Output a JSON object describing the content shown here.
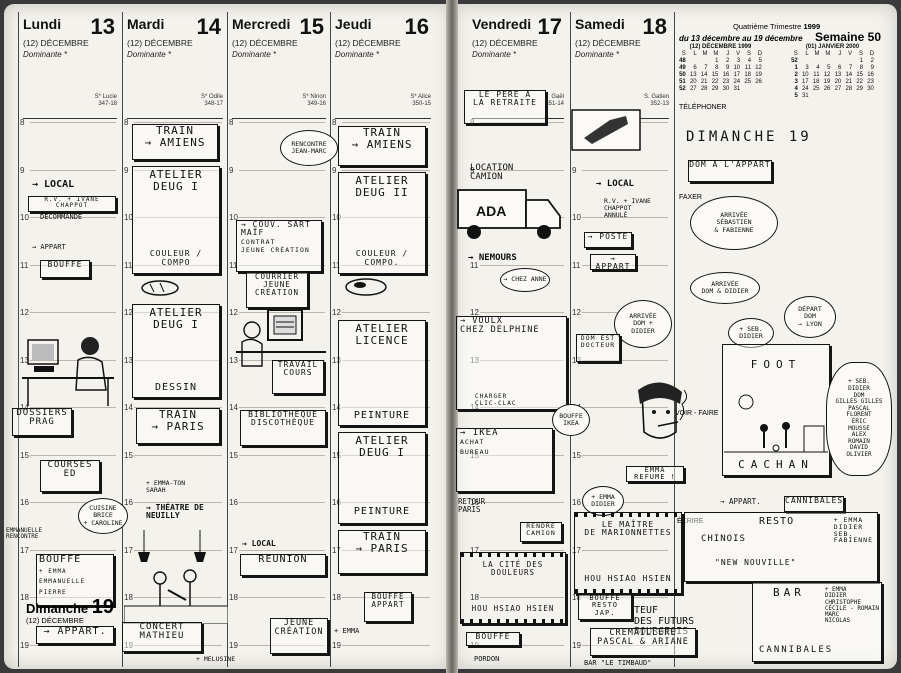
{
  "days": [
    {
      "name": "Lundi",
      "num": "13",
      "month": "(12) DÉCEMBRE",
      "dominante": "Dominante *",
      "saint": "S* Lucie",
      "code": "347-18"
    },
    {
      "name": "Mardi",
      "num": "14",
      "month": "(12) DÉCEMBRE",
      "dominante": "Dominante *",
      "saint": "S* Odile",
      "code": "348-17"
    },
    {
      "name": "Mercredi",
      "num": "15",
      "month": "(12) DÉCEMBRE",
      "dominante": "Dominante *",
      "saint": "S* Ninon",
      "code": "349-16"
    },
    {
      "name": "Jeudi",
      "num": "16",
      "month": "(12) DÉCEMBRE",
      "dominante": "Dominante *",
      "saint": "S* Alice",
      "code": "350-15"
    },
    {
      "name": "Vendredi",
      "num": "17",
      "month": "(12) DÉCEMBRE",
      "dominante": "Dominante *",
      "saint": "Gaël",
      "code": "351-14"
    },
    {
      "name": "Samedi",
      "num": "18",
      "month": "(12) DÉCEMBRE",
      "dominante": "Dominante *",
      "saint": "S. Gatien",
      "code": "352-13"
    }
  ],
  "hours": [
    "8",
    "9",
    "10",
    "11",
    "12",
    "13",
    "14",
    "15",
    "16",
    "17",
    "18",
    "19"
  ],
  "week": {
    "quarter": "Quatrième Trimestre",
    "year": "1999",
    "range": "du 13 décembre au 19 décembre",
    "week_label": "Semaine 50",
    "dec_title": "(12) DÉCEMBRE 1999",
    "jan_title": "(01) JANVIER 2000",
    "weekdays": [
      "S",
      "L",
      "M",
      "M",
      "J",
      "V",
      "S",
      "D"
    ],
    "dec_rows": [
      [
        "48",
        "",
        "",
        "1",
        "2",
        "3",
        "4",
        "5"
      ],
      [
        "49",
        "6",
        "7",
        "8",
        "9",
        "10",
        "11",
        "12"
      ],
      [
        "50",
        "13",
        "14",
        "15",
        "16",
        "17",
        "18",
        "19"
      ],
      [
        "51",
        "20",
        "21",
        "22",
        "23",
        "24",
        "25",
        "26"
      ],
      [
        "52",
        "27",
        "28",
        "29",
        "30",
        "31",
        "",
        ""
      ]
    ],
    "jan_rows": [
      [
        "52",
        "",
        "",
        "",
        "",
        "",
        "1",
        "2"
      ],
      [
        "1",
        "3",
        "4",
        "5",
        "6",
        "7",
        "8",
        "9"
      ],
      [
        "2",
        "10",
        "11",
        "12",
        "13",
        "14",
        "15",
        "16"
      ],
      [
        "3",
        "17",
        "18",
        "19",
        "20",
        "21",
        "22",
        "23"
      ],
      [
        "4",
        "24",
        "25",
        "26",
        "27",
        "28",
        "29",
        "30"
      ],
      [
        "5",
        "31",
        "",
        "",
        "",
        "",
        "",
        ""
      ]
    ],
    "telephone": "TÉLÉPHONER",
    "faxer": "FAXER",
    "ecrire": "ÉCRIRE",
    "voir": "VOIR - FAIRE"
  },
  "sunday": {
    "name": "Dimanche",
    "num": "19",
    "month": "(12) DÉCEMBRE"
  },
  "entries": {
    "mon_local": "→ LOCAL",
    "mon_rv": "R.V. + IVANE CHAPPOT",
    "mon_decommande": "DÉCOMMANDÉ",
    "mon_appart": "→ APPART",
    "mon_bouffe": "BOUFFE",
    "mon_dossiers": "DOSSIERS\nPRAG",
    "mon_courses": "COURSES\nED",
    "mon_emmanuelle": "EMMANUELLE\nRENCONTRE",
    "mon_bouffe2": "BOUFFE",
    "mon_emma": "+ EMMA\nEMMANUELLE\nPIERRE",
    "sun_appart": "→ APPART.",
    "tue_train": "TRAIN\n→ AMIENS",
    "tue_atelier1": "ATELIER\nDEUG I",
    "tue_couleur": "COULEUR / COMPO",
    "tue_atelier2": "ATELIER\nDEUG I",
    "tue_dessin": "DESSIN",
    "tue_train2": "TRAIN\n→ PARIS",
    "tue_emmaton": "+ EMMA-TON\nSARAH",
    "tue_theatre": "→ THÉATRE DE\nNEUILLY",
    "tue_cuisine": "CUISINE\nBRICE\n+ CAROLINE",
    "tue_concert": "CONCERT\nMATHIEU",
    "wed_rencontre": "RENCONTRE\nJEAN-MARC",
    "wed_couvsart": "→ COUV. SART\nMAÏF",
    "wed_contrat": "CONTRAT\nJEUNE CRÉATION",
    "wed_courrier": "COURRIER\nJEUNE\nCRÉATION",
    "wed_travail": "TRAVAIL\nCOURS",
    "wed_biblio": "BIBLIOTHÈQUE\nDISCOTHÈQUE",
    "wed_local": "→ LOCAL",
    "wed_reunion": "RÉUNION",
    "wed_jeune": "JEUNE\nCRÉATION",
    "wed_melusine": "+ MELUSINE",
    "thu_train": "TRAIN\n→ AMIENS",
    "thu_atelier1": "ATELIER\nDEUG II",
    "thu_couleur": "COULEUR / COMPO.",
    "thu_licence": "ATELIER\nLICENCE",
    "thu_peinture": "PEINTURE",
    "thu_atelier2": "ATELIER\nDEUG I",
    "thu_peinture2": "PEINTURE",
    "thu_train2": "TRAIN\n→ PARIS",
    "thu_bouffe": "BOUFFE\nAPPART",
    "thu_emma": "+ EMMA",
    "fri_pere": "LE PÈRE À\nLA RETRAITE",
    "fri_location": "LOCATION\nCAMION",
    "fri_nemours": "→ NEMOURS",
    "fri_chez_anne": "→ CHEZ ANNE",
    "fri_voulx": "→ VOULX\nCHEZ DELPHINE",
    "fri_charger": "CHARGER\nCLIC-CLAC",
    "fri_bouffe_ikea": "BOUFFE\nIKEA",
    "fri_ikea": "→ IKEA",
    "fri_achat": "ACHAT\nBUREAU",
    "fri_retour": "RETOUR\nPARIS",
    "fri_rendre": "RENDRE\nCAMION",
    "fri_cite": "LA CITÉ DES DOULEURS",
    "fri_hou": "HOU HSIAO HSIEN",
    "fri_bouffe2": "BOUFFE",
    "fri_pordon": "PORDON",
    "sat_local": "→ LOCAL",
    "sat_rv": "R.V. + IVANE\nCHAPPOT\nANNULÉ",
    "sat_poste": "→ POSTE",
    "sat_appart": "→ APPART",
    "sat_arrivee": "ARRIVÉE\nDOM +\nDIDIER",
    "sat_docteur": "DOM EST\nDOCTEUR",
    "sat_emma": "EMMA REFUME !",
    "sat_emma2": "+ EMMA\nDIDIER",
    "sat_maitre": "LE MAÎTRE\nDE MARIONNETTES",
    "sat_hou": "HOU HSIAO HSIEN",
    "sat_bouffe": "BOUFFE\nRESTO JAP.",
    "sat_teuf": "TEUF\nDES FUTURS\nBOURGEOIS",
    "sat_cremaillere": "CRÉMAILLÈRE\nPASCAL & ARIANE",
    "sat_bar": "BAR \"LE TIMBAUD\"",
    "sun_dimanche": "DIMANCHE 19",
    "sun_dom": "DOM À L'APPART",
    "sun_arrivee": "ARRIVÉE\nSÉBASTIEN\n& FABIENNE",
    "sun_arrivee2": "ARRIVÉE\nDOM & DIDIER",
    "sun_seb": "+ SEB.\nDIDIER",
    "sun_depart": "DÉPART\nDOM\n→ LYON",
    "sun_foot": "FOOT",
    "sun_cachan": "CACHAN",
    "sun_list": "+ SEB.\nDIDIER\nDOM\nGILLES GILLES\nPASCAL\nFLORENT\nÉRIC\nMOUSSE\nALEX\nROMAIN\nDAVID\nOLIVIER",
    "sun_cannibales": "CANNIBALES",
    "sun_resto": "RESTO",
    "sun_chinois": "CHINOIS",
    "sun_new": "\"NEW NOUVILLE\"",
    "sun_emma": "+ EMMA\nDIDIER\nSEB.\nFABIENNE",
    "sun_bar": "BAR",
    "sun_bar2": "CANNIBALES",
    "sun_emma2": "+ EMMA\nDIDIER\nCHRISTOPHE\nCÉCILE - ROMAIN\nMARC\nNICOLAS"
  }
}
